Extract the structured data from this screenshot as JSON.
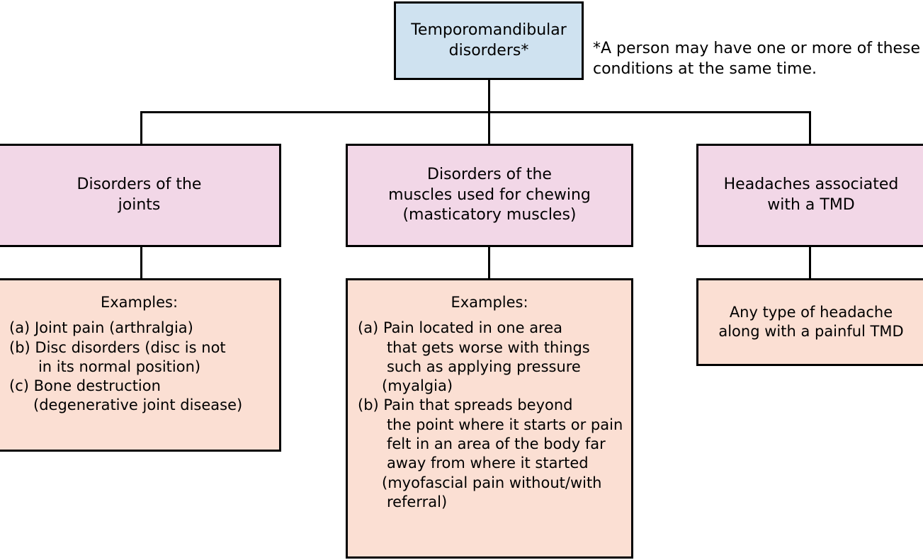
{
  "diagram": {
    "type": "flowchart",
    "title": "Temporomandibular disorders classification",
    "colors": {
      "root_fill": "#cfe2f0",
      "category_fill": "#f2d7e7",
      "examples_fill": "#fbdfd3",
      "border": "#000000",
      "text": "#000000",
      "background": "#ffffff"
    },
    "root": {
      "label_line1": "Temporomandibular",
      "label_line2": "disorders*"
    },
    "footnote": {
      "line1": "*A person may have one or more of these",
      "line2": "conditions at the same time."
    },
    "branches": [
      {
        "id": "joints",
        "category": {
          "line1": "Disorders of the",
          "line2": "joints"
        },
        "examples": {
          "title": "Examples:",
          "items": [
            {
              "marker": "(a)",
              "lines": [
                "Joint pain (arthralgia)"
              ]
            },
            {
              "marker": "(b)",
              "lines": [
                "Disc disorders (disc is not",
                "in its normal position)"
              ]
            },
            {
              "marker": "(c)",
              "lines": [
                "Bone destruction",
                "(degenerative joint disease)"
              ]
            }
          ]
        }
      },
      {
        "id": "muscles",
        "category": {
          "line1": "Disorders of the",
          "line2": "muscles used for chewing",
          "line3": "(masticatory muscles)"
        },
        "examples": {
          "title": "Examples:",
          "items": [
            {
              "marker": "(a)",
              "lines": [
                "Pain located in one area",
                "that gets worse with things",
                "such as applying pressure",
                "(myalgia)"
              ]
            },
            {
              "marker": "(b)",
              "lines": [
                "Pain that spreads beyond",
                "the point where it starts or pain",
                "felt in an area of the body far",
                "away from where it started",
                "(myofascial pain without/with",
                "referral)"
              ]
            }
          ]
        }
      },
      {
        "id": "headaches",
        "category": {
          "line1": "Headaches associated",
          "line2": "with a TMD"
        },
        "examples": {
          "title": "",
          "body_line1": "Any type of headache",
          "body_line2": "along with a painful TMD"
        }
      }
    ]
  }
}
